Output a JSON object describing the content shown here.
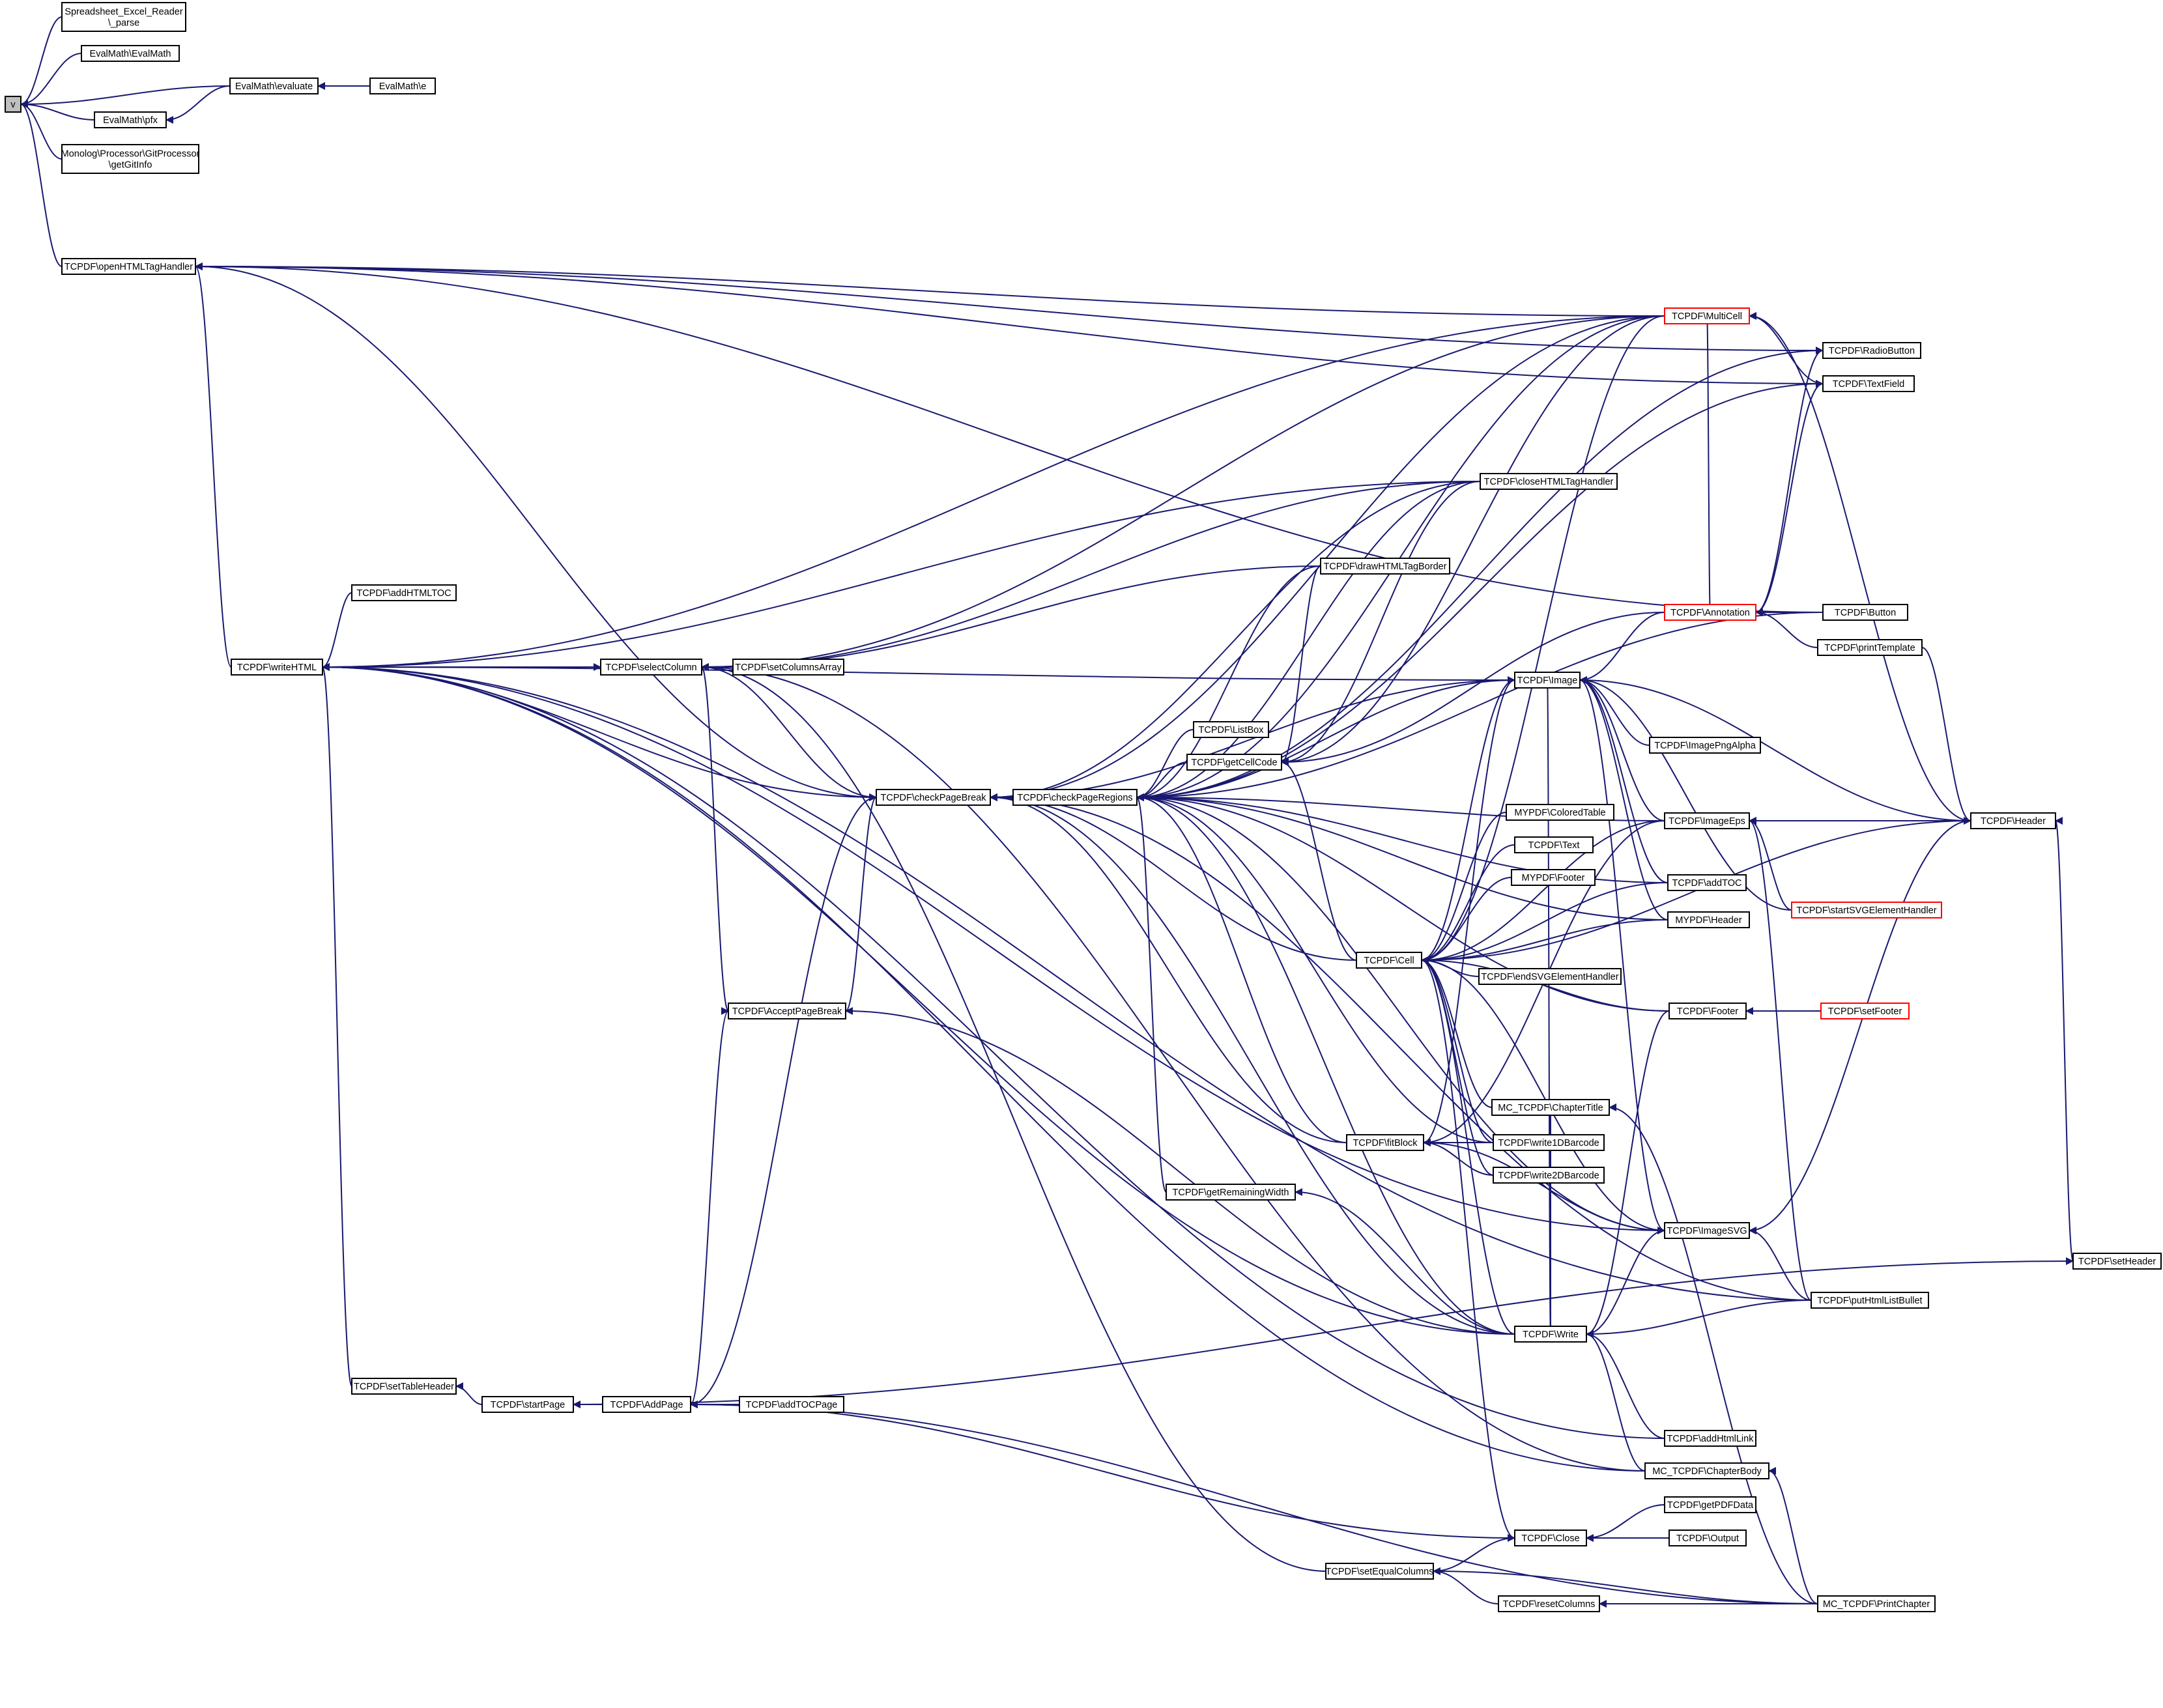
{
  "graph": {
    "edge_color": "#191970",
    "node_border": "#000000",
    "truncated_node_border": "#ff0000",
    "root_fill": "#bfbfbf",
    "nodes": [
      {
        "id": "v",
        "label": [
          "v"
        ],
        "root": true
      },
      {
        "id": "spreadsheet_parse",
        "label": [
          "Spreadsheet_Excel_Reader",
          "\\_parse"
        ]
      },
      {
        "id": "evalmath_evalmath",
        "label": [
          "EvalMath\\EvalMath"
        ]
      },
      {
        "id": "evalmath_evaluate",
        "label": [
          "EvalMath\\evaluate"
        ]
      },
      {
        "id": "evalmath_e",
        "label": [
          "EvalMath\\e"
        ]
      },
      {
        "id": "evalmath_pfx",
        "label": [
          "EvalMath\\pfx"
        ]
      },
      {
        "id": "monolog_getgitinfo",
        "label": [
          "Monolog\\Processor\\GitProcessor",
          "\\getGitInfo"
        ]
      },
      {
        "id": "openhtmltaghandler",
        "label": [
          "TCPDF\\openHTMLTagHandler"
        ]
      },
      {
        "id": "multicell",
        "label": [
          "TCPDF\\MultiCell"
        ],
        "truncated": true
      },
      {
        "id": "radiobutton",
        "label": [
          "TCPDF\\RadioButton"
        ]
      },
      {
        "id": "textfield",
        "label": [
          "TCPDF\\TextField"
        ]
      },
      {
        "id": "closehtmltaghandler",
        "label": [
          "TCPDF\\closeHTMLTagHandler"
        ]
      },
      {
        "id": "drawhtmltagborder",
        "label": [
          "TCPDF\\drawHTMLTagBorder"
        ]
      },
      {
        "id": "addhtmltoc",
        "label": [
          "TCPDF\\addHTMLTOC"
        ]
      },
      {
        "id": "annotation",
        "label": [
          "TCPDF\\Annotation"
        ],
        "truncated": true
      },
      {
        "id": "button",
        "label": [
          "TCPDF\\Button"
        ]
      },
      {
        "id": "writehtml",
        "label": [
          "TCPDF\\writeHTML"
        ]
      },
      {
        "id": "selectcolumn",
        "label": [
          "TCPDF\\selectColumn"
        ]
      },
      {
        "id": "setcolumnsarray",
        "label": [
          "TCPDF\\setColumnsArray"
        ]
      },
      {
        "id": "printtemplate",
        "label": [
          "TCPDF\\printTemplate"
        ]
      },
      {
        "id": "image",
        "label": [
          "TCPDF\\Image"
        ]
      },
      {
        "id": "listbox",
        "label": [
          "TCPDF\\ListBox"
        ]
      },
      {
        "id": "imagepngalpha",
        "label": [
          "TCPDF\\ImagePngAlpha"
        ]
      },
      {
        "id": "getcellcode",
        "label": [
          "TCPDF\\getCellCode"
        ]
      },
      {
        "id": "checkpagebreak",
        "label": [
          "TCPDF\\checkPageBreak"
        ]
      },
      {
        "id": "checkpageregions",
        "label": [
          "TCPDF\\checkPageRegions"
        ]
      },
      {
        "id": "mypdf_coloredtable",
        "label": [
          "MYPDF\\ColoredTable"
        ]
      },
      {
        "id": "imageeps",
        "label": [
          "TCPDF\\ImageEps"
        ]
      },
      {
        "id": "header",
        "label": [
          "TCPDF\\Header"
        ]
      },
      {
        "id": "text",
        "label": [
          "TCPDF\\Text"
        ]
      },
      {
        "id": "mypdf_footer",
        "label": [
          "MYPDF\\Footer"
        ]
      },
      {
        "id": "addtoc",
        "label": [
          "TCPDF\\addTOC"
        ]
      },
      {
        "id": "startsvgelementhandler",
        "label": [
          "TCPDF\\startSVGElementHandler"
        ],
        "truncated": true
      },
      {
        "id": "mypdf_header",
        "label": [
          "MYPDF\\Header"
        ]
      },
      {
        "id": "cell",
        "label": [
          "TCPDF\\Cell"
        ]
      },
      {
        "id": "endsvgelementhandler",
        "label": [
          "TCPDF\\endSVGElementHandler"
        ]
      },
      {
        "id": "acceptpagebreak",
        "label": [
          "TCPDF\\AcceptPageBreak"
        ]
      },
      {
        "id": "footer",
        "label": [
          "TCPDF\\Footer"
        ]
      },
      {
        "id": "setfooter",
        "label": [
          "TCPDF\\setFooter"
        ],
        "truncated": true
      },
      {
        "id": "chaptertitle",
        "label": [
          "MC_TCPDF\\ChapterTitle"
        ]
      },
      {
        "id": "fitblock",
        "label": [
          "TCPDF\\fitBlock"
        ]
      },
      {
        "id": "write1dbarcode",
        "label": [
          "TCPDF\\write1DBarcode"
        ]
      },
      {
        "id": "write2dbarcode",
        "label": [
          "TCPDF\\write2DBarcode"
        ]
      },
      {
        "id": "getremainingwidth",
        "label": [
          "TCPDF\\getRemainingWidth"
        ]
      },
      {
        "id": "imagesvg",
        "label": [
          "TCPDF\\ImageSVG"
        ]
      },
      {
        "id": "setheader",
        "label": [
          "TCPDF\\setHeader"
        ]
      },
      {
        "id": "puthtmllistbullet",
        "label": [
          "TCPDF\\putHtmlListBullet"
        ]
      },
      {
        "id": "write",
        "label": [
          "TCPDF\\Write"
        ]
      },
      {
        "id": "settableheader",
        "label": [
          "TCPDF\\setTableHeader"
        ]
      },
      {
        "id": "startpage",
        "label": [
          "TCPDF\\startPage"
        ]
      },
      {
        "id": "addpage",
        "label": [
          "TCPDF\\AddPage"
        ]
      },
      {
        "id": "addtocpage",
        "label": [
          "TCPDF\\addTOCPage"
        ]
      },
      {
        "id": "addhtmllink",
        "label": [
          "TCPDF\\addHtmlLink"
        ]
      },
      {
        "id": "chapterbody",
        "label": [
          "MC_TCPDF\\ChapterBody"
        ]
      },
      {
        "id": "getpdfdata",
        "label": [
          "TCPDF\\getPDFData"
        ]
      },
      {
        "id": "close",
        "label": [
          "TCPDF\\Close"
        ]
      },
      {
        "id": "output",
        "label": [
          "TCPDF\\Output"
        ]
      },
      {
        "id": "setequalcolumns",
        "label": [
          "TCPDF\\setEqualColumns"
        ]
      },
      {
        "id": "resetcolumns",
        "label": [
          "TCPDF\\resetColumns"
        ]
      },
      {
        "id": "printchapter",
        "label": [
          "MC_TCPDF\\PrintChapter"
        ]
      }
    ],
    "edges": [
      [
        "spreadsheet_parse",
        "v"
      ],
      [
        "evalmath_evalmath",
        "v"
      ],
      [
        "evalmath_evaluate",
        "v"
      ],
      [
        "evalmath_pfx",
        "v"
      ],
      [
        "monolog_getgitinfo",
        "v"
      ],
      [
        "openhtmltaghandler",
        "v"
      ],
      [
        "evalmath_e",
        "evalmath_evaluate"
      ],
      [
        "evalmath_evaluate",
        "evalmath_pfx"
      ],
      [
        "writehtml",
        "openhtmltaghandler"
      ],
      [
        "multicell",
        "openhtmltaghandler"
      ],
      [
        "textfield",
        "openhtmltaghandler"
      ],
      [
        "radiobutton",
        "openhtmltaghandler"
      ],
      [
        "button",
        "openhtmltaghandler"
      ],
      [
        "closehtmltaghandler",
        "writehtml"
      ],
      [
        "addhtmltoc",
        "writehtml"
      ],
      [
        "selectcolumn",
        "writehtml"
      ],
      [
        "settableheader",
        "writehtml"
      ],
      [
        "multicell",
        "writehtml"
      ],
      [
        "write",
        "writehtml"
      ],
      [
        "image",
        "writehtml"
      ],
      [
        "addhtmllink",
        "writehtml"
      ],
      [
        "chapterbody",
        "writehtml"
      ],
      [
        "puthtmllistbullet",
        "writehtml"
      ],
      [
        "imagesvg",
        "writehtml"
      ],
      [
        "writehtml",
        "selectcolumn"
      ],
      [
        "setcolumnsarray",
        "selectcolumn"
      ],
      [
        "checkpagebreak",
        "selectcolumn"
      ],
      [
        "acceptpagebreak",
        "selectcolumn"
      ],
      [
        "closehtmltaghandler",
        "selectcolumn"
      ],
      [
        "drawhtmltagborder",
        "selectcolumn"
      ],
      [
        "multicell",
        "selectcolumn"
      ],
      [
        "setequalcolumns",
        "selectcolumn"
      ],
      [
        "chapterbody",
        "selectcolumn"
      ],
      [
        "checkpageregions",
        "checkpagebreak"
      ],
      [
        "acceptpagebreak",
        "checkpagebreak"
      ],
      [
        "addpage",
        "checkpagebreak"
      ],
      [
        "cell",
        "checkpagebreak"
      ],
      [
        "fitblock",
        "checkpagebreak"
      ],
      [
        "write",
        "checkpagebreak"
      ],
      [
        "image",
        "checkpagebreak"
      ],
      [
        "multicell",
        "checkpagebreak"
      ],
      [
        "closehtmltaghandler",
        "checkpagebreak"
      ],
      [
        "openhtmltaghandler",
        "checkpagebreak"
      ],
      [
        "writehtml",
        "checkpagebreak"
      ],
      [
        "puthtmllistbullet",
        "checkpagebreak"
      ],
      [
        "listbox",
        "checkpageregions"
      ],
      [
        "getcellcode",
        "checkpageregions"
      ],
      [
        "image",
        "checkpageregions"
      ],
      [
        "imageeps",
        "checkpageregions"
      ],
      [
        "multicell",
        "checkpageregions"
      ],
      [
        "radiobutton",
        "checkpageregions"
      ],
      [
        "textfield",
        "checkpageregions"
      ],
      [
        "button",
        "checkpageregions"
      ],
      [
        "drawhtmltagborder",
        "checkpageregions"
      ],
      [
        "closehtmltaghandler",
        "checkpageregions"
      ],
      [
        "fitblock",
        "checkpageregions"
      ],
      [
        "getremainingwidth",
        "checkpageregions"
      ],
      [
        "write",
        "checkpageregions"
      ],
      [
        "imagesvg",
        "checkpageregions"
      ],
      [
        "write1dbarcode",
        "checkpageregions"
      ],
      [
        "footer",
        "checkpageregions"
      ],
      [
        "addtoc",
        "checkpageregions"
      ],
      [
        "mypdf_header",
        "checkpageregions"
      ],
      [
        "cell",
        "getcellcode"
      ],
      [
        "multicell",
        "getcellcode"
      ],
      [
        "annotation",
        "getcellcode"
      ],
      [
        "closehtmltaghandler",
        "getcellcode"
      ],
      [
        "drawhtmltagborder",
        "getcellcode"
      ],
      [
        "mypdf_coloredtable",
        "cell"
      ],
      [
        "text",
        "cell"
      ],
      [
        "mypdf_footer",
        "cell"
      ],
      [
        "endsvgelementhandler",
        "cell"
      ],
      [
        "footer",
        "cell"
      ],
      [
        "chaptertitle",
        "cell"
      ],
      [
        "write1dbarcode",
        "cell"
      ],
      [
        "write2dbarcode",
        "cell"
      ],
      [
        "imagesvg",
        "cell"
      ],
      [
        "write",
        "cell"
      ],
      [
        "close",
        "cell"
      ],
      [
        "header",
        "cell"
      ],
      [
        "addtoc",
        "cell"
      ],
      [
        "mypdf_header",
        "cell"
      ],
      [
        "imageeps",
        "cell"
      ],
      [
        "image",
        "cell"
      ],
      [
        "multicell",
        "cell"
      ],
      [
        "imagepngalpha",
        "image"
      ],
      [
        "imageeps",
        "image"
      ],
      [
        "imagesvg",
        "image"
      ],
      [
        "addtoc",
        "image"
      ],
      [
        "mypdf_header",
        "image"
      ],
      [
        "header",
        "image"
      ],
      [
        "annotation",
        "image"
      ],
      [
        "write",
        "image"
      ],
      [
        "write1dbarcode",
        "fitblock"
      ],
      [
        "write2dbarcode",
        "fitblock"
      ],
      [
        "imagesvg",
        "fitblock"
      ],
      [
        "imageeps",
        "fitblock"
      ],
      [
        "fitblock",
        "image"
      ],
      [
        "write",
        "getremainingwidth"
      ],
      [
        "header",
        "imageeps"
      ],
      [
        "startsvgelementhandler",
        "imageeps"
      ],
      [
        "puthtmllistbullet",
        "imageeps"
      ],
      [
        "startsvgelementhandler",
        "image"
      ],
      [
        "puthtmllistbullet",
        "imagesvg"
      ],
      [
        "write",
        "imagesvg"
      ],
      [
        "header",
        "imagesvg"
      ],
      [
        "button",
        "annotation"
      ],
      [
        "printtemplate",
        "annotation"
      ],
      [
        "annotation",
        "multicell"
      ],
      [
        "textfield",
        "multicell"
      ],
      [
        "header",
        "multicell"
      ],
      [
        "annotation",
        "radiobutton"
      ],
      [
        "annotation",
        "textfield"
      ],
      [
        "setfooter",
        "footer"
      ],
      [
        "setheader",
        "header"
      ],
      [
        "printtemplate",
        "header"
      ],
      [
        "puthtmllistbullet",
        "write"
      ],
      [
        "addhtmllink",
        "write"
      ],
      [
        "chapterbody",
        "write"
      ],
      [
        "footer",
        "write"
      ],
      [
        "chaptertitle",
        "write"
      ],
      [
        "startpage",
        "settableheader"
      ],
      [
        "addpage",
        "startpage"
      ],
      [
        "addtocpage",
        "addpage"
      ],
      [
        "close",
        "addpage"
      ],
      [
        "printchapter",
        "addpage"
      ],
      [
        "getpdfdata",
        "close"
      ],
      [
        "output",
        "close"
      ],
      [
        "setequalcolumns",
        "close"
      ],
      [
        "resetcolumns",
        "setequalcolumns"
      ],
      [
        "printchapter",
        "setequalcolumns"
      ],
      [
        "printchapter",
        "resetcolumns"
      ],
      [
        "printchapter",
        "chapterbody"
      ],
      [
        "printchapter",
        "chaptertitle"
      ],
      [
        "addpage",
        "acceptpagebreak"
      ],
      [
        "write",
        "acceptpagebreak"
      ],
      [
        "startpage",
        "setheader"
      ]
    ]
  }
}
